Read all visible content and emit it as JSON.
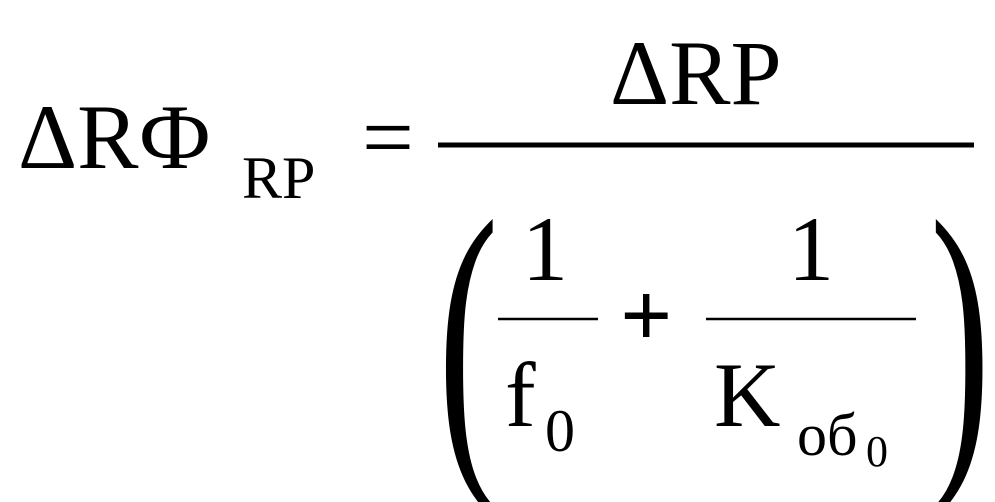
{
  "formula": {
    "lhs": {
      "main": "ΔRФ",
      "subscript": "RP"
    },
    "equals": "=",
    "numerator": "ΔRP",
    "denominator": {
      "open_paren": "(",
      "close_paren": ")",
      "term1": {
        "numerator": "1",
        "denominator_main": "f",
        "denominator_sub": "0"
      },
      "plus": "+",
      "term2": {
        "numerator": "1",
        "denominator_main": "K",
        "denominator_sub": "об",
        "denominator_subsub": "0"
      }
    }
  },
  "colors": {
    "ink": "#000000",
    "background": "#ffffff"
  }
}
